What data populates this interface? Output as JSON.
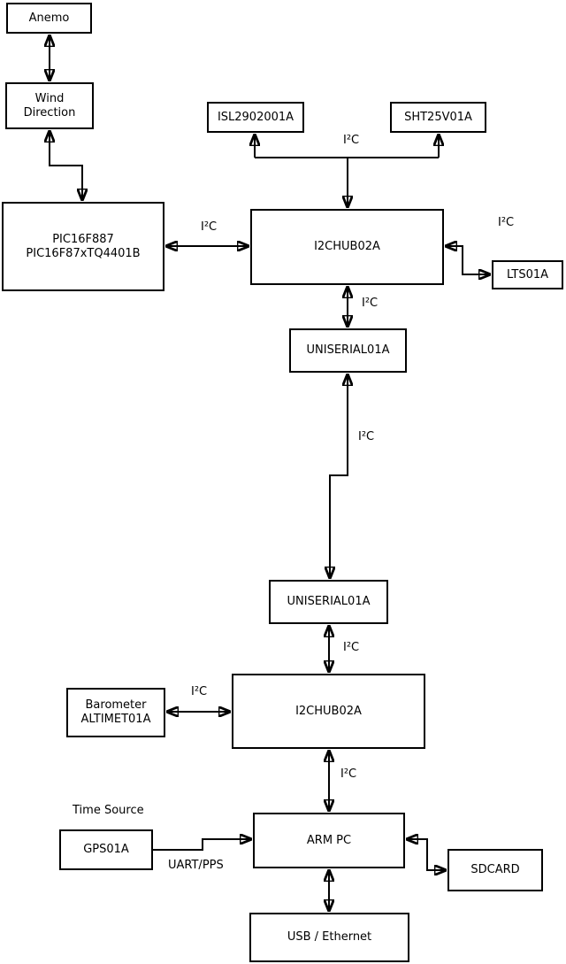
{
  "diagram": {
    "colors": {
      "line": "#000000",
      "background": "#ffffff",
      "box_fill": "#ffffff"
    },
    "boxes": {
      "anemo": {
        "label": "Anemo"
      },
      "wind_direction": {
        "label": "Wind\nDirection"
      },
      "pic": {
        "label": "PIC16F887\nPIC16F87xTQ4401B"
      },
      "isl": {
        "label": "ISL2902001A"
      },
      "sht": {
        "label": "SHT25V01A"
      },
      "i2chub_top": {
        "label": "I2CHUB02A"
      },
      "lts": {
        "label": "LTS01A"
      },
      "uniserial_top": {
        "label": "UNISERIAL01A"
      },
      "uniserial_bottom": {
        "label": "UNISERIAL01A"
      },
      "i2chub_bottom": {
        "label": "I2CHUB02A"
      },
      "barometer": {
        "label": "Barometer\nALTIMET01A"
      },
      "gps": {
        "label": "GPS01A"
      },
      "arm_pc": {
        "label": "ARM PC"
      },
      "sdcard": {
        "label": "SDCARD"
      },
      "usb_ethernet": {
        "label": "USB / Ethernet"
      }
    },
    "edge_labels": {
      "i2c": "I²C",
      "uart_pps": "UART/PPS",
      "time_source": "Time Source"
    },
    "connections": [
      {
        "from": "Anemo",
        "to": "Wind Direction",
        "bidirectional": true
      },
      {
        "from": "Wind Direction",
        "to": "PIC16F887 PIC16F87xTQ4401B",
        "bidirectional": true
      },
      {
        "from": "PIC16F887 PIC16F87xTQ4401B",
        "to": "I2CHUB02A (top)",
        "bidirectional": true,
        "label": "I²C"
      },
      {
        "from": "I2CHUB02A (top)",
        "to": "ISL2902001A",
        "bidirectional": true,
        "label": "I²C",
        "note": "shared bus branch"
      },
      {
        "from": "I2CHUB02A (top)",
        "to": "SHT25V01A",
        "bidirectional": true,
        "label": "I²C",
        "note": "shared bus branch"
      },
      {
        "from": "I2CHUB02A (top)",
        "to": "LTS01A",
        "bidirectional": true,
        "label": "I²C"
      },
      {
        "from": "I2CHUB02A (top)",
        "to": "UNISERIAL01A (upper)",
        "bidirectional": true,
        "label": "I²C"
      },
      {
        "from": "UNISERIAL01A (upper)",
        "to": "UNISERIAL01A (lower)",
        "bidirectional": true,
        "label": "I²C"
      },
      {
        "from": "UNISERIAL01A (lower)",
        "to": "I2CHUB02A (lower)",
        "bidirectional": true,
        "label": "I²C"
      },
      {
        "from": "Barometer ALTIMET01A",
        "to": "I2CHUB02A (lower)",
        "bidirectional": true,
        "label": "I²C"
      },
      {
        "from": "I2CHUB02A (lower)",
        "to": "ARM PC",
        "bidirectional": true,
        "label": "I²C"
      },
      {
        "from": "GPS01A",
        "to": "ARM PC",
        "bidirectional": false,
        "label": "UART/PPS",
        "note": "GPS01A is the Time Source"
      },
      {
        "from": "ARM PC",
        "to": "SDCARD",
        "bidirectional": true
      },
      {
        "from": "ARM PC",
        "to": "USB / Ethernet",
        "bidirectional": true
      }
    ]
  }
}
